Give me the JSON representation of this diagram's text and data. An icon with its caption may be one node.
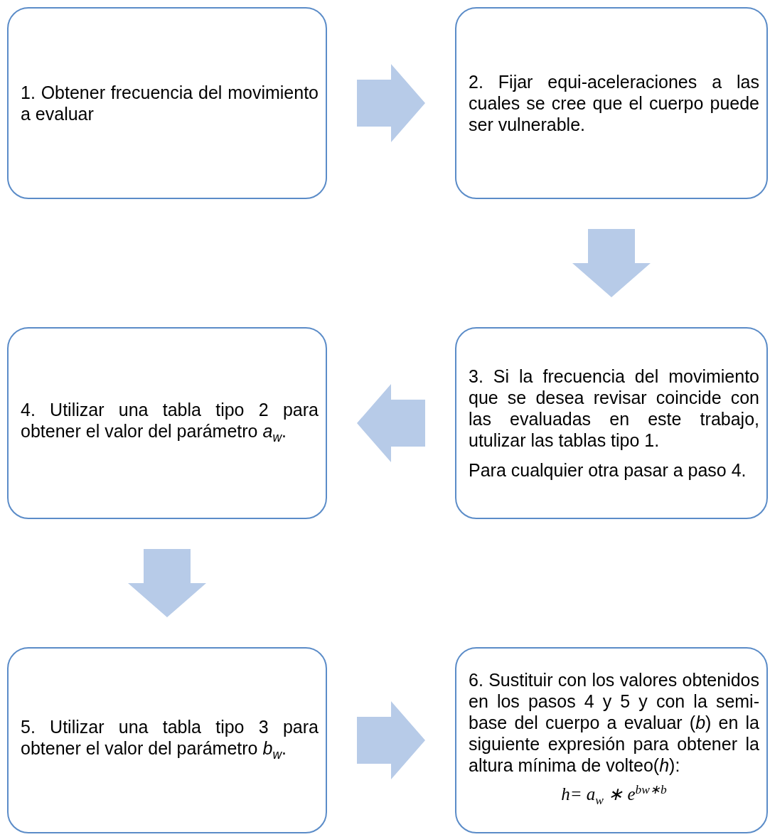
{
  "diagram": {
    "nodes": [
      {
        "text": [
          "1. Obtener frecuencia del movimiento a evaluar"
        ]
      },
      {
        "text": [
          "2. Fijar equi-aceleraciones a las cuales se cree que el cuerpo puede ser vulnerable."
        ]
      },
      {
        "text": [
          "3. Si la frecuencia del movimiento que se desea revisar coincide con las evaluadas en este trabajo, utulizar las tablas tipo 1.",
          "Para cualquier otra pasar a paso 4."
        ]
      },
      {
        "text": [
          "4. Utilizar una tabla tipo 2 para obtener el valor del parámetro *a*$_{w}$."
        ]
      },
      {
        "text": [
          "5. Utilizar una tabla tipo 3 para obtener el valor del parámetro *b*$_{w}$."
        ]
      },
      {
        "text": [
          "6. Sustituir con los valores obtenidos en los pasos 4 y 5 y con la semi-base del cuerpo a evaluar (*b*) en la  siguiente expresión para obtener la altura mínima de volteo(*h*):",
          "*h*= *a*$_{w}$ ∗ *e*$^{bw∗b}$"
        ]
      }
    ],
    "edges": [
      {
        "from": 0,
        "to": 1,
        "arrow": "to"
      },
      {
        "from": 1,
        "to": 2,
        "arrow": "to"
      },
      {
        "from": 2,
        "to": 3,
        "arrow": "to"
      },
      {
        "from": 3,
        "to": 4,
        "arrow": "to"
      },
      {
        "from": 4,
        "to": 5,
        "arrow": "to"
      }
    ]
  }
}
